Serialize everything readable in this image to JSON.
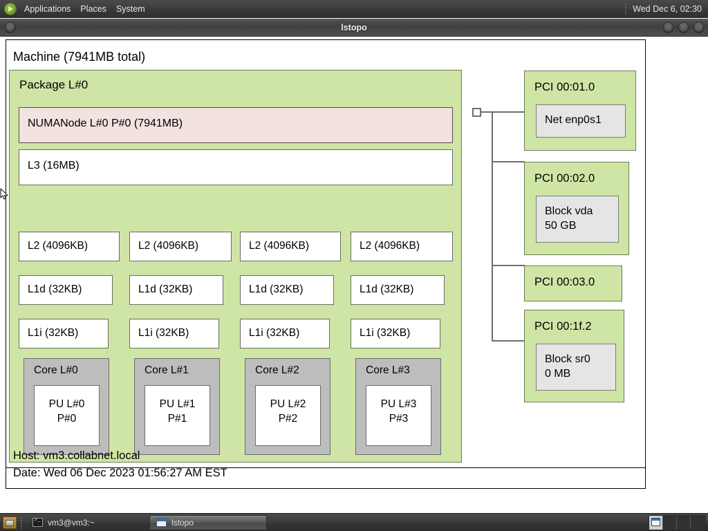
{
  "desktop": {
    "panel": {
      "logo_icon": "distro-logo-icon",
      "menus": [
        {
          "label": "Applications",
          "name": "applications-menu"
        },
        {
          "label": "Places",
          "name": "places-menu"
        },
        {
          "label": "System",
          "name": "system-menu"
        }
      ],
      "clock": "Wed Dec  6, 02:30"
    },
    "taskbar": {
      "show_desktop_icon": "show-desktop-icon",
      "items": [
        {
          "label": "vm3@vm3:~",
          "icon": "terminal-icon",
          "active": false
        },
        {
          "label": "lstopo",
          "icon": "window-icon",
          "active": true
        }
      ],
      "workspaces": [
        {
          "current": true
        },
        {
          "current": false
        },
        {
          "current": false
        },
        {
          "current": false
        }
      ]
    }
  },
  "window": {
    "title": "lstopo",
    "controls": [
      {
        "name": "window-menu-button"
      },
      {
        "name": "minimize-button"
      },
      {
        "name": "maximize-button"
      },
      {
        "name": "close-button"
      }
    ]
  },
  "topology": {
    "machine": "Machine (7941MB total)",
    "package": "Package L#0",
    "numanode": "NUMANode L#0 P#0 (7941MB)",
    "l3": "L3 (16MB)",
    "l2": [
      "L2 (4096KB)",
      "L2 (4096KB)",
      "L2 (4096KB)",
      "L2 (4096KB)"
    ],
    "l1d": [
      "L1d (32KB)",
      "L1d (32KB)",
      "L1d (32KB)",
      "L1d (32KB)"
    ],
    "l1i": [
      "L1i (32KB)",
      "L1i (32KB)",
      "L1i (32KB)",
      "L1i (32KB)"
    ],
    "cores": [
      {
        "label": "Core L#0",
        "pu": "PU L#0\nP#0"
      },
      {
        "label": "Core L#1",
        "pu": "PU L#1\nP#1"
      },
      {
        "label": "Core L#2",
        "pu": "PU L#2\nP#2"
      },
      {
        "label": "Core L#3",
        "pu": "PU L#3\nP#3"
      }
    ],
    "pci": [
      {
        "label": "PCI 00:01.0",
        "child": "Net enp0s1"
      },
      {
        "label": "PCI 00:02.0",
        "child": "Block vda\n50 GB"
      },
      {
        "label": "PCI 00:03.0",
        "child": null
      },
      {
        "label": "PCI 00:1f.2",
        "child": "Block sr0\n0 MB"
      }
    ],
    "footer": {
      "host": "Host: vm3.collabnet.local",
      "date": "Date: Wed 06 Dec 2023 01:56:27 AM EST"
    }
  },
  "colors": {
    "package_green": "#cfe5a5",
    "numa_pink": "#f2e2e0",
    "core_gray": "#bdbdbd",
    "pci_child_gray": "#e5e5e5",
    "panel_dark": "#3d3d3d"
  }
}
